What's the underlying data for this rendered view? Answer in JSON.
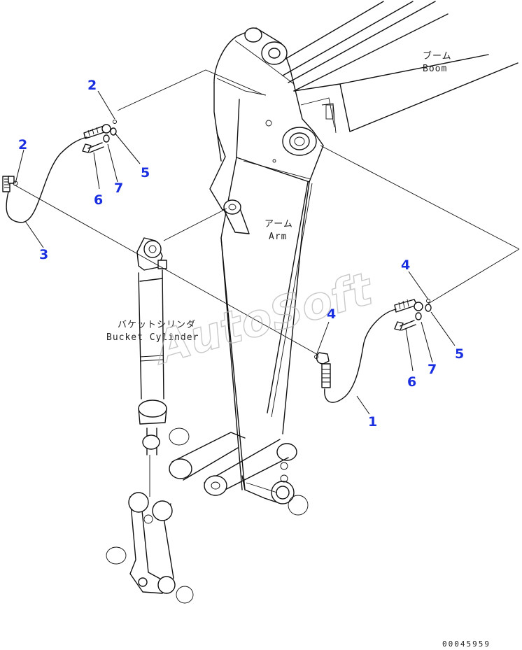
{
  "labels": {
    "boom_jp": "ブーム",
    "boom_en": "Boom",
    "arm_jp": "アーム",
    "arm_en": "Arm",
    "cylinder_jp": "バケットシリンダ",
    "cylinder_en": "Bucket Cylinder"
  },
  "callouts": {
    "c1": "1",
    "c2a": "2",
    "c2b": "2",
    "c3": "3",
    "c4a": "4",
    "c4b": "4",
    "c5a": "5",
    "c5b": "5",
    "c6a": "6",
    "c6b": "6",
    "c7a": "7",
    "c7b": "7"
  },
  "watermark": "AutoSoft",
  "drawing_number": "00045959",
  "colors": {
    "callout": "#1a2fe0",
    "line": "#111111",
    "watermark": "#b8b8b8"
  }
}
